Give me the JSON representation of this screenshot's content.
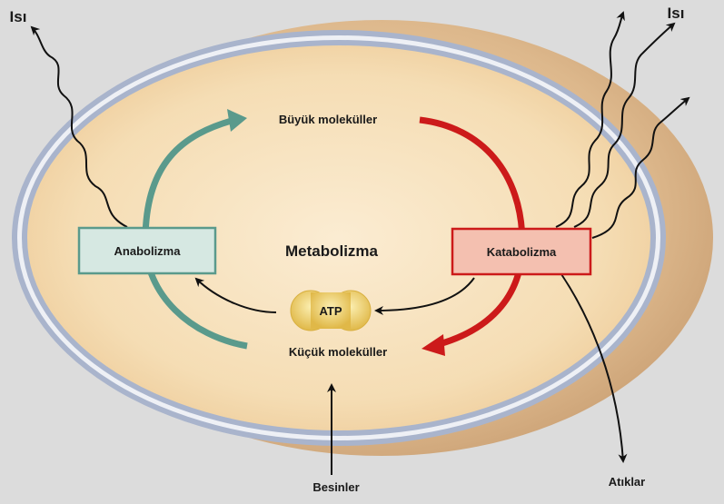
{
  "diagram": {
    "center_title": "Metabolizma",
    "large_molecules": "Büyük moleküller",
    "small_molecules": "Küçük moleküller",
    "anabolism": "Anabolizma",
    "catabolism": "Katabolizma",
    "atp": "ATP",
    "nutrients": "Besinler",
    "wastes": "Atıklar",
    "heat_left": "Isı",
    "heat_right": "Isı"
  },
  "colors": {
    "background": "#dcdcdc",
    "cell_fill": "#f5ddb4",
    "cell_shadow": "#c9a37a",
    "membrane": "#a9b4cc",
    "anabolism_arrow": "#5a9a8c",
    "catabolism_arrow": "#cc1a1a",
    "anabolism_box_fill": "#d6e8e2",
    "anabolism_box_stroke": "#5a9a8c",
    "catabolism_box_fill": "#f4c0b0",
    "catabolism_box_stroke": "#cc1a1a",
    "atp_fill": "#ecc762"
  }
}
